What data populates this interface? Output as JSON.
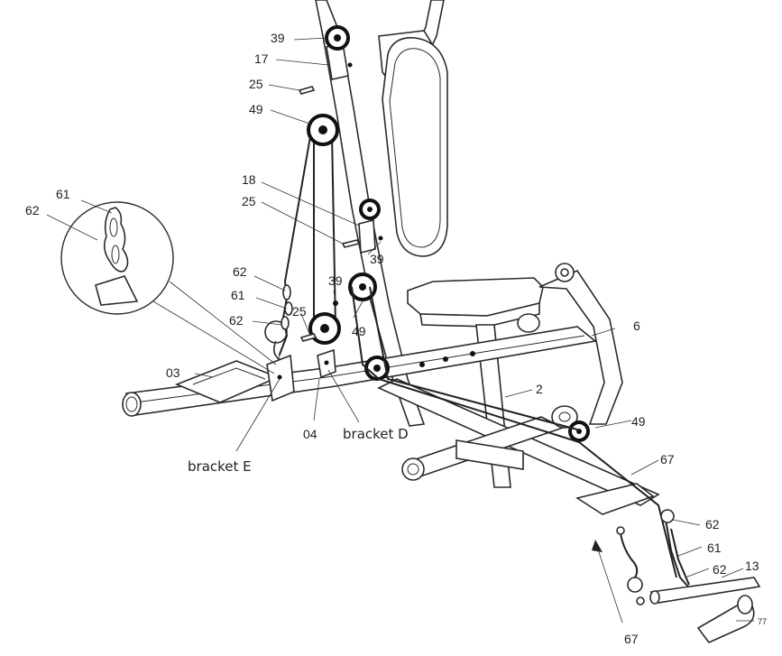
{
  "labels": {
    "p39a": "39",
    "p17": "17",
    "p25a": "25",
    "p49a": "49",
    "p18": "18",
    "p25b": "25",
    "p39b": "39",
    "p61a": "61",
    "p62a": "62",
    "p62b": "62",
    "p61b": "61",
    "p62c": "62",
    "p39c": "39",
    "p25c": "25",
    "p49b": "49",
    "p03": "03",
    "p04": "04",
    "p6": "6",
    "p2": "2",
    "p49c": "49",
    "p67a": "67",
    "p62d": "62",
    "p61c": "61",
    "p62e": "62",
    "p13": "13",
    "p67b": "67",
    "p77": "77",
    "bracketD": "bracket D",
    "bracketE": "bracket E"
  }
}
